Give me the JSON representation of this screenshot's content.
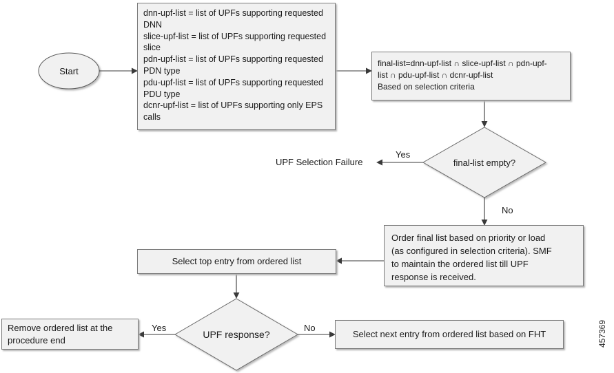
{
  "start": {
    "label": "Start"
  },
  "lists_box": {
    "lines": [
      "dnn-upf-list = list of UPFs supporting requested",
      "DNN",
      "slice-upf-list = list of UPFs supporting requested",
      "slice",
      "pdn-upf-list = list of UPFs supporting requested",
      "PDN type",
      "pdu-upf-list = list of UPFs supporting requested",
      "PDU type",
      "dcnr-upf-list = list of UPFs supporting only EPS",
      "calls"
    ]
  },
  "final_box": {
    "lines": [
      "final-list=dnn-upf-list ∩ slice-upf-list ∩ pdn-upf-",
      "list ∩ pdu-upf-list ∩ dcnr-upf-list",
      "Based on selection criteria"
    ]
  },
  "empty_decision": {
    "label": "final-list empty?"
  },
  "failure": {
    "label": "UPF Selection Failure"
  },
  "edges": {
    "yes_1": "Yes",
    "no_1": "No",
    "yes_2": "Yes",
    "no_2": "No"
  },
  "order_box": {
    "lines": [
      "Order final list based on priority or load",
      "(as configured in selection criteria). SMF",
      "to maintain the ordered list till UPF",
      "response is received."
    ]
  },
  "select_top": {
    "label": "Select top entry from ordered list"
  },
  "response_decision": {
    "label": "UPF response?"
  },
  "remove_box": {
    "lines": [
      "Remove ordered list at the",
      "procedure end"
    ]
  },
  "select_next": {
    "label": "Select next entry from ordered list based on FHT"
  },
  "figure_id": "457369"
}
